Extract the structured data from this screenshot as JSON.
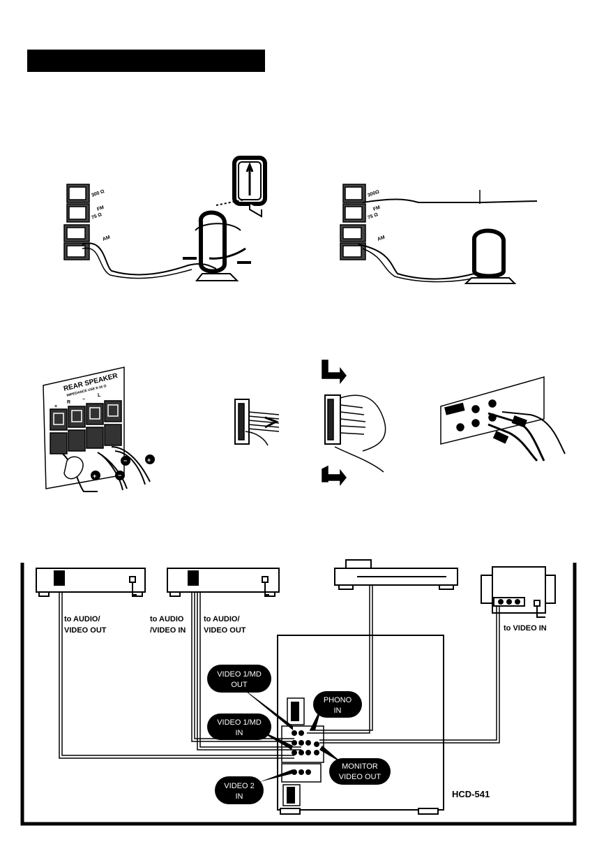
{
  "antenna_terminals": {
    "left": {
      "ohm300": "300 Ω",
      "fm": "FM",
      "ohm75": "75 Ω",
      "am": "AM"
    },
    "right": {
      "ohm300": "300Ω",
      "fm": "FM",
      "ohm75": "75 Ω",
      "am": "AM"
    }
  },
  "rear_speaker_panel": {
    "title": "REAR SPEAKER",
    "subtitle": "IMPEDANCE USE 8-16 Ω",
    "r": "R",
    "l": "L",
    "plus": "+",
    "minus": "−"
  },
  "connection_labels": {
    "to_audio_video_out_1": [
      "to AUDIO/",
      "VIDEO OUT"
    ],
    "to_audio_video_in": [
      "to AUDIO",
      "/VIDEO IN"
    ],
    "to_audio_video_out_2": [
      "to AUDIO/",
      "VIDEO OUT"
    ],
    "to_video_in": "to VIDEO IN"
  },
  "jack_callouts": {
    "video1_md_out": [
      "VIDEO 1/MD",
      "OUT"
    ],
    "phono_in": [
      "PHONO",
      "IN"
    ],
    "video1_md_in": [
      "VIDEO 1/MD",
      "IN"
    ],
    "monitor_video_out": [
      "MONITOR",
      "VIDEO OUT"
    ],
    "video2_in": [
      "VIDEO 2",
      "IN"
    ]
  },
  "model_label": "HCD-541",
  "colors": {
    "ink": "#000000",
    "paper": "#ffffff"
  }
}
